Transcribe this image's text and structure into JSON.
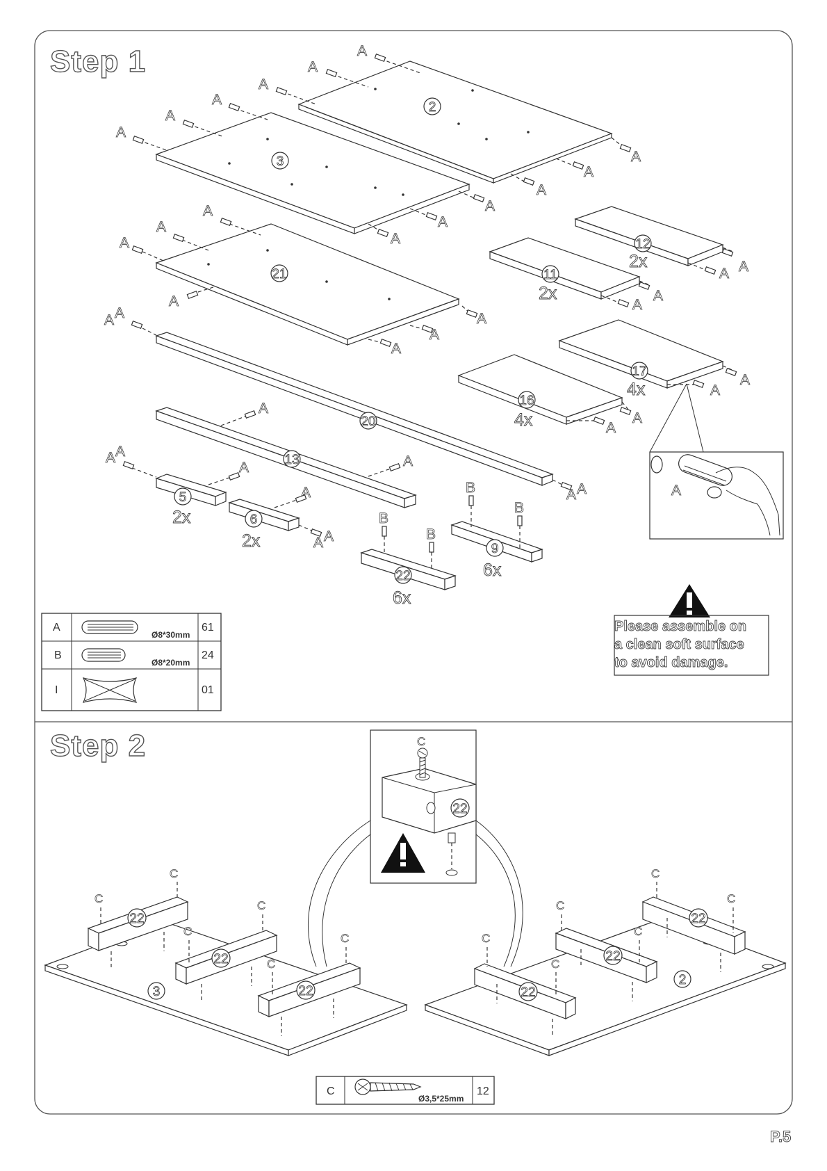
{
  "step1": {
    "title": "Step  1",
    "parts": [
      {
        "number": "2"
      },
      {
        "number": "3"
      },
      {
        "number": "21"
      },
      {
        "number": "20"
      },
      {
        "number": "13"
      },
      {
        "number": "5",
        "qty": "2x"
      },
      {
        "number": "6",
        "qty": "2x"
      },
      {
        "number": "22",
        "qty": "6x"
      },
      {
        "number": "9",
        "qty": "6x"
      },
      {
        "number": "11",
        "qty": "2x"
      },
      {
        "number": "12",
        "qty": "2x"
      },
      {
        "number": "16",
        "qty": "4x"
      },
      {
        "number": "17",
        "qty": "4x"
      }
    ],
    "dowel_label": "A",
    "pin_label": "B",
    "detail_label": "A",
    "warning": {
      "lines": [
        "Please assemble on",
        "a clean soft surface",
        "to avoid damage."
      ]
    },
    "hardware_table": [
      {
        "code": "A",
        "size": "Ø8*30mm",
        "count": "61"
      },
      {
        "code": "B",
        "size": "Ø8*20mm",
        "count": "24"
      },
      {
        "code": "I",
        "size": "",
        "count": "01"
      }
    ]
  },
  "step2": {
    "title": "Step  2",
    "screw_label": "C",
    "rail_number": "22",
    "panel_left": "3",
    "panel_right": "2",
    "hardware_table": [
      {
        "code": "C",
        "size": "Ø3,5*25mm",
        "count": "12"
      }
    ]
  },
  "page_number": "P.5"
}
